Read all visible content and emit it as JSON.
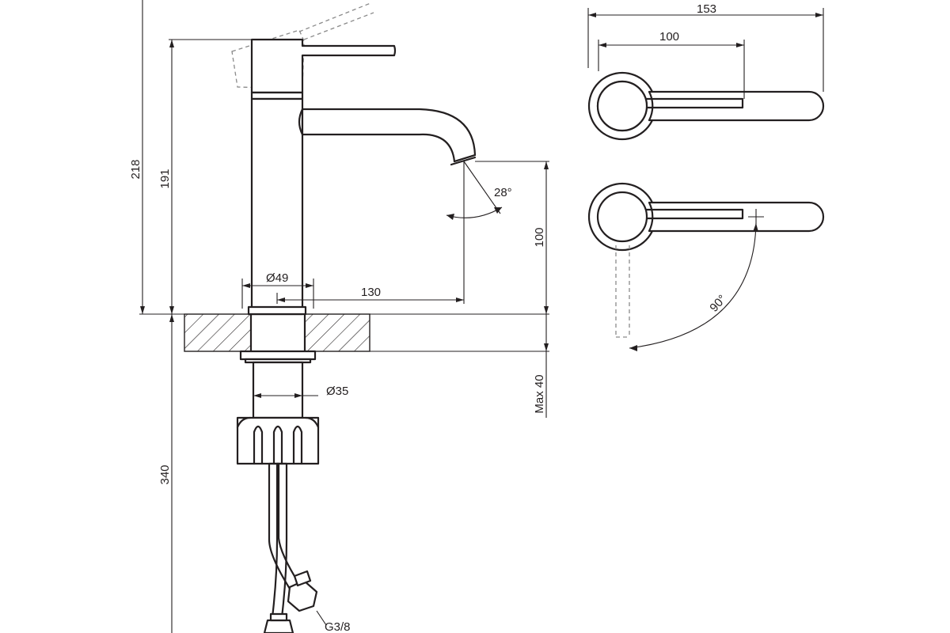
{
  "dimensions": {
    "total_height": "218",
    "body_height": "191",
    "body_diameter": "Ø49",
    "spout_reach": "130",
    "spout_angle": "28°",
    "spout_clearance": "100",
    "shank_diameter": "Ø35",
    "max_counter_thickness": "Max 40",
    "hose_length": "340",
    "hose_thread": "G3/8",
    "top_overall_length": "153",
    "top_handle_length": "100",
    "handle_rotation": "90°"
  },
  "colors": {
    "line": "#231f20",
    "ghost": "#8a8a8a",
    "background": "#ffffff"
  }
}
